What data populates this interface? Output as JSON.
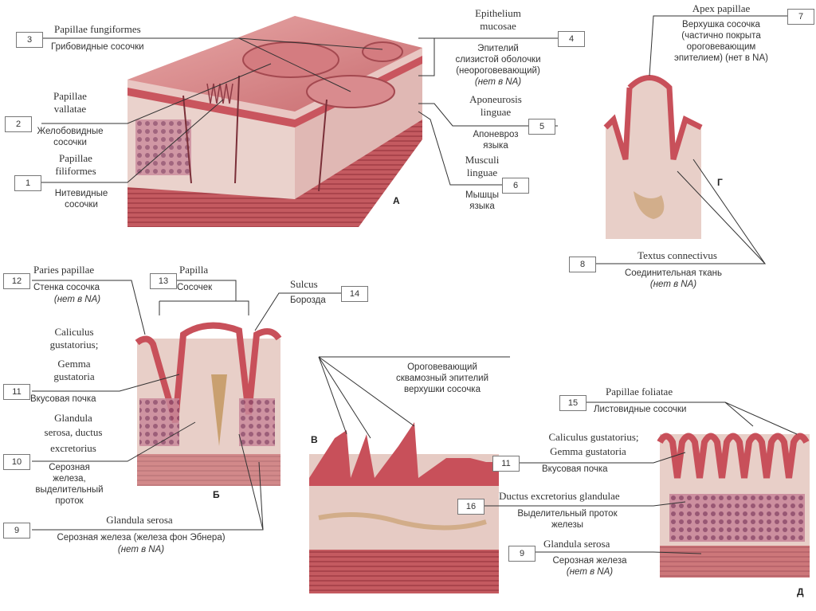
{
  "panels": {
    "A": "А",
    "B": "Б",
    "V": "В",
    "G": "Г",
    "D": "Д"
  },
  "labels": {
    "l3": {
      "num": "3",
      "latin": "Papillae fungiformes",
      "russian": "Грибовидные сосочки"
    },
    "l2": {
      "num": "2",
      "latin1": "Papillae",
      "latin2": "vallatae",
      "russian1": "Желобовидные",
      "russian2": "сосочки"
    },
    "l1": {
      "num": "1",
      "latin1": "Papillae",
      "latin2": "filiformes",
      "russian1": "Нитевидные",
      "russian2": "сосочки"
    },
    "l4": {
      "num": "4",
      "latin1": "Epithelium",
      "latin2": "mucosae",
      "russian1": "Эпителий",
      "russian2": "слизистой оболочки",
      "russian3": "(неороговевающий)",
      "note": "(нет в NA)"
    },
    "l5": {
      "num": "5",
      "latin1": "Aponeurosis",
      "latin2": "linguae",
      "russian1": "Апоневроз",
      "russian2": "языка"
    },
    "l6": {
      "num": "6",
      "latin1": "Musculi",
      "latin2": "linguae",
      "russian1": "Мышцы",
      "russian2": "языка"
    },
    "l7": {
      "num": "7",
      "latin": "Apex papillae",
      "russian1": "Верхушка сосочка",
      "russian2": "(частично покрыта",
      "russian3": "ороговевающим",
      "russian4": "эпителием) (нет в NA)"
    },
    "l8": {
      "num": "8",
      "latin": "Textus connectivus",
      "russian": "Соединительная ткань",
      "note": "(нет в NA)"
    },
    "l12": {
      "num": "12",
      "latin": "Paries papillae",
      "russian": "Стенка сосочка",
      "note": "(нет в NA)"
    },
    "l13": {
      "num": "13",
      "latin": "Papilla",
      "russian": "Сосочек"
    },
    "l14": {
      "num": "14",
      "latin": "Sulcus",
      "russian": "Борозда"
    },
    "l11a": {
      "num": "11",
      "latin1": "Caliculus",
      "latin2": "gustatorius;",
      "latin3": "Gemma",
      "latin4": "gustatoria",
      "russian": "Вкусовая почка"
    },
    "l10": {
      "num": "10",
      "latin1": "Glandula",
      "latin2": "serosa, ductus",
      "latin3": "excretorius",
      "russian1": "Серозная",
      "russian2": "железа,",
      "russian3": "выделительный",
      "russian4": "проток"
    },
    "l9a": {
      "num": "9",
      "latin": "Glandula serosa",
      "russian": "Серозная железа (железа фон Эбнера)",
      "note": "(нет в NA)"
    },
    "lkerat": {
      "russian1": "Ороговевающий",
      "russian2": "сквамозный эпителий",
      "russian3": "верхушки сосочка"
    },
    "l15": {
      "num": "15",
      "latin": "Papillae foliatae",
      "russian": "Листовидные сосочки"
    },
    "l11b": {
      "num": "11",
      "latin1": "Caliculus gustatorius;",
      "latin2": "Gemma gustatoria",
      "russian": "Вкусовая почка"
    },
    "l16": {
      "num": "16",
      "latin": "Ductus excretorius glandulae",
      "russian1": "Выделительный проток",
      "russian2": "железы"
    },
    "l9b": {
      "num": "9",
      "latin": "Glandula serosa",
      "russian": "Серозная железа",
      "note": "(нет в NA)"
    }
  },
  "colors": {
    "epithelium": "#c8505a",
    "tissue": "#e8c6c4",
    "muscle": "#b84850",
    "gland": "#a05070",
    "line": "#333333"
  }
}
